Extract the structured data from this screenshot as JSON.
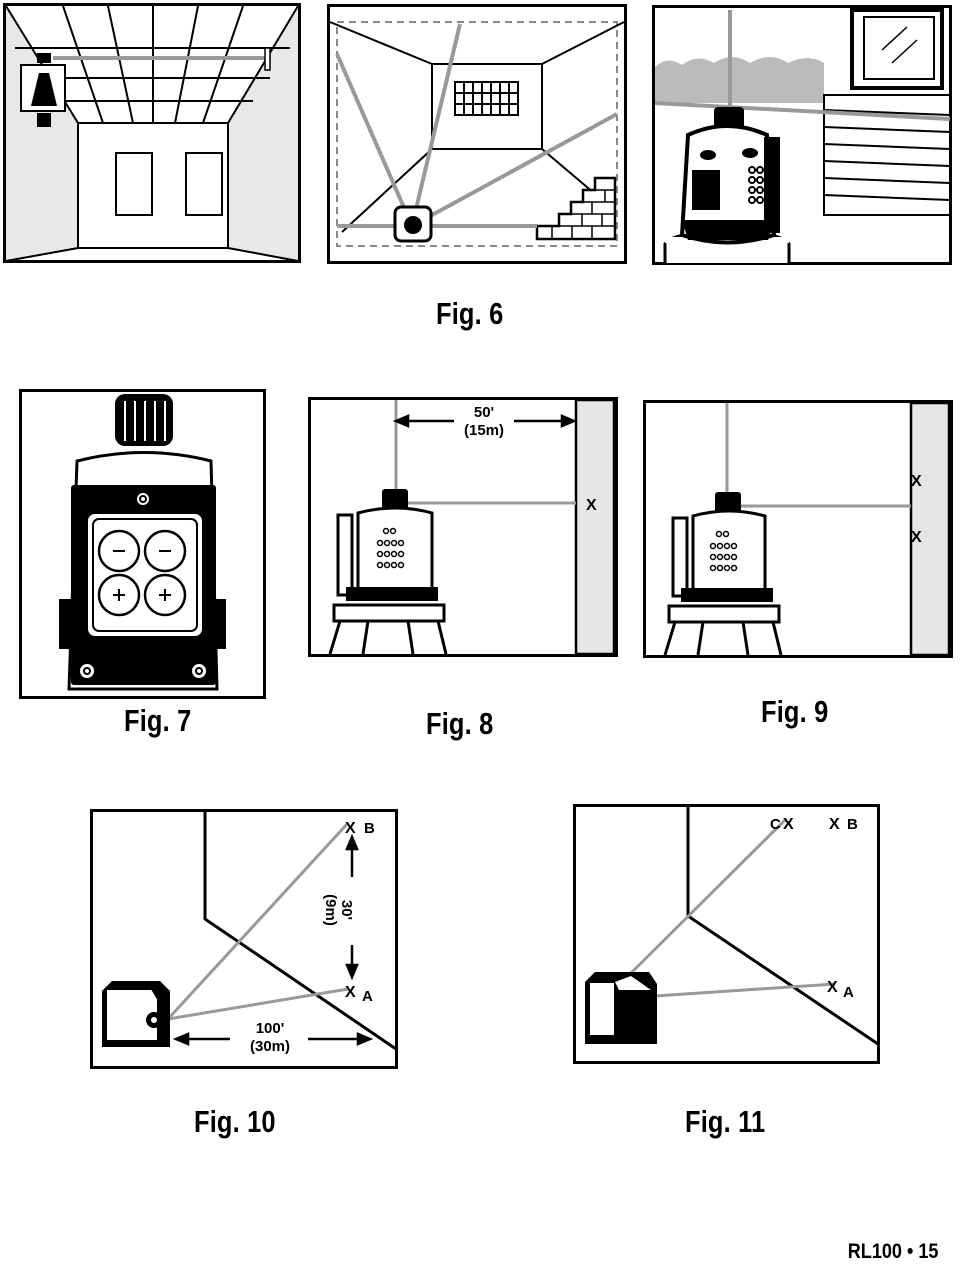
{
  "figures": {
    "fig6": {
      "caption": "Fig. 6"
    },
    "fig7": {
      "caption": "Fig. 7"
    },
    "fig8": {
      "caption": "Fig. 8",
      "dimension_feet": "50'",
      "dimension_meters": "(15m)",
      "mark": "X"
    },
    "fig9": {
      "caption": "Fig. 9",
      "mark_upper": "X",
      "mark_lower": "X"
    },
    "fig10": {
      "caption": "Fig. 10",
      "point_b": "B",
      "point_a": "A",
      "vertical_feet": "30'",
      "vertical_meters": "(9m)",
      "horizontal_feet": "100'",
      "horizontal_meters": "(30m)",
      "mark": "X"
    },
    "fig11": {
      "caption": "Fig. 11",
      "point_c": "C",
      "point_b": "B",
      "point_a": "A",
      "mark": "X"
    }
  },
  "footer": {
    "label": "RL100 • 15"
  },
  "colors": {
    "ink": "#000000",
    "beam": "#9a9a9a",
    "wall": "#e6e6e6",
    "paper": "#ffffff"
  }
}
